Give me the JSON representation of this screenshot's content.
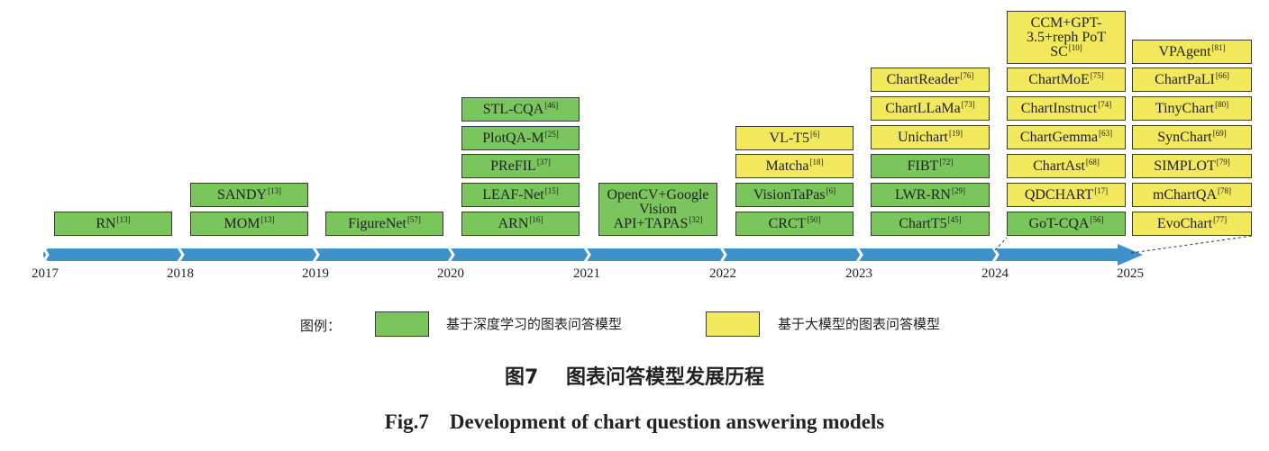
{
  "years": [
    "2017",
    "2018",
    "2019",
    "2020",
    "2021",
    "2022",
    "2023",
    "2024",
    "2025"
  ],
  "colors": {
    "traditional": "#7ac55c",
    "large_model": "#f2e85c",
    "timeline": "#3f91c9"
  },
  "models": [
    {
      "label": "RN",
      "ref": "[13]",
      "type": "traditional"
    },
    {
      "label": "SANDY",
      "ref": "[13]",
      "type": "traditional"
    },
    {
      "label": "MOM",
      "ref": "[13]",
      "type": "traditional"
    },
    {
      "label": "FigureNet",
      "ref": "[57]",
      "type": "traditional"
    },
    {
      "label": "STL-CQA",
      "ref": "[46]",
      "type": "traditional"
    },
    {
      "label": "PlotQA-M",
      "ref": "[25]",
      "type": "traditional"
    },
    {
      "label": "PReFIL",
      "ref": "[37]",
      "type": "traditional"
    },
    {
      "label": "LEAF-Net",
      "ref": "[15]",
      "type": "traditional"
    },
    {
      "label": "ARN",
      "ref": "[16]",
      "type": "traditional"
    },
    {
      "label": "OpenCV+Google Vision API+TAPAS",
      "ref": "[32]",
      "type": "traditional"
    },
    {
      "label": "VL-T5",
      "ref": "[6]",
      "type": "large_model"
    },
    {
      "label": "Matcha",
      "ref": "[18]",
      "type": "large_model"
    },
    {
      "label": "VisionTaPas",
      "ref": "[6]",
      "type": "traditional"
    },
    {
      "label": "CRCT",
      "ref": "[50]",
      "type": "traditional"
    },
    {
      "label": "ChartReader",
      "ref": "[76]",
      "type": "large_model"
    },
    {
      "label": "ChartLLaMa",
      "ref": "[73]",
      "type": "large_model"
    },
    {
      "label": "Unichart",
      "ref": "[19]",
      "type": "large_model"
    },
    {
      "label": "FIBT",
      "ref": "[72]",
      "type": "traditional"
    },
    {
      "label": "LWR-RN",
      "ref": "[29]",
      "type": "traditional"
    },
    {
      "label": "ChartT5",
      "ref": "[45]",
      "type": "traditional"
    },
    {
      "label": "CCM+GPT-3.5+reph PoT SC",
      "ref": "[10]",
      "type": "large_model"
    },
    {
      "label": "ChartMoE",
      "ref": "[75]",
      "type": "large_model"
    },
    {
      "label": "ChartInstruct",
      "ref": "[74]",
      "type": "large_model"
    },
    {
      "label": "ChartGemma",
      "ref": "[63]",
      "type": "large_model"
    },
    {
      "label": "ChartAst",
      "ref": "[68]",
      "type": "large_model"
    },
    {
      "label": "QDCHART",
      "ref": "[17]",
      "type": "large_model"
    },
    {
      "label": "GoT-CQA",
      "ref": "[56]",
      "type": "traditional"
    },
    {
      "label": "VPAgent",
      "ref": "[81]",
      "type": "large_model"
    },
    {
      "label": "ChartPaLI",
      "ref": "[66]",
      "type": "large_model"
    },
    {
      "label": "TinyChart",
      "ref": "[80]",
      "type": "large_model"
    },
    {
      "label": "SynChart",
      "ref": "[69]",
      "type": "large_model"
    },
    {
      "label": "SIMPLOT",
      "ref": "[79]",
      "type": "large_model"
    },
    {
      "label": "mChartQA",
      "ref": "[78]",
      "type": "large_model"
    },
    {
      "label": "EvoChart",
      "ref": "[77]",
      "type": "large_model"
    }
  ],
  "legend": {
    "title": "图例：",
    "items": [
      {
        "label": "基于深度学习的图表问答模型",
        "type": "traditional"
      },
      {
        "label": "基于大模型的图表问答模型",
        "type": "large_model"
      }
    ]
  },
  "caption": {
    "cn_number": "图7",
    "cn_title": "图表问答模型发展历程",
    "en_number": "Fig.7",
    "en_title": "Development of chart question answering models"
  }
}
